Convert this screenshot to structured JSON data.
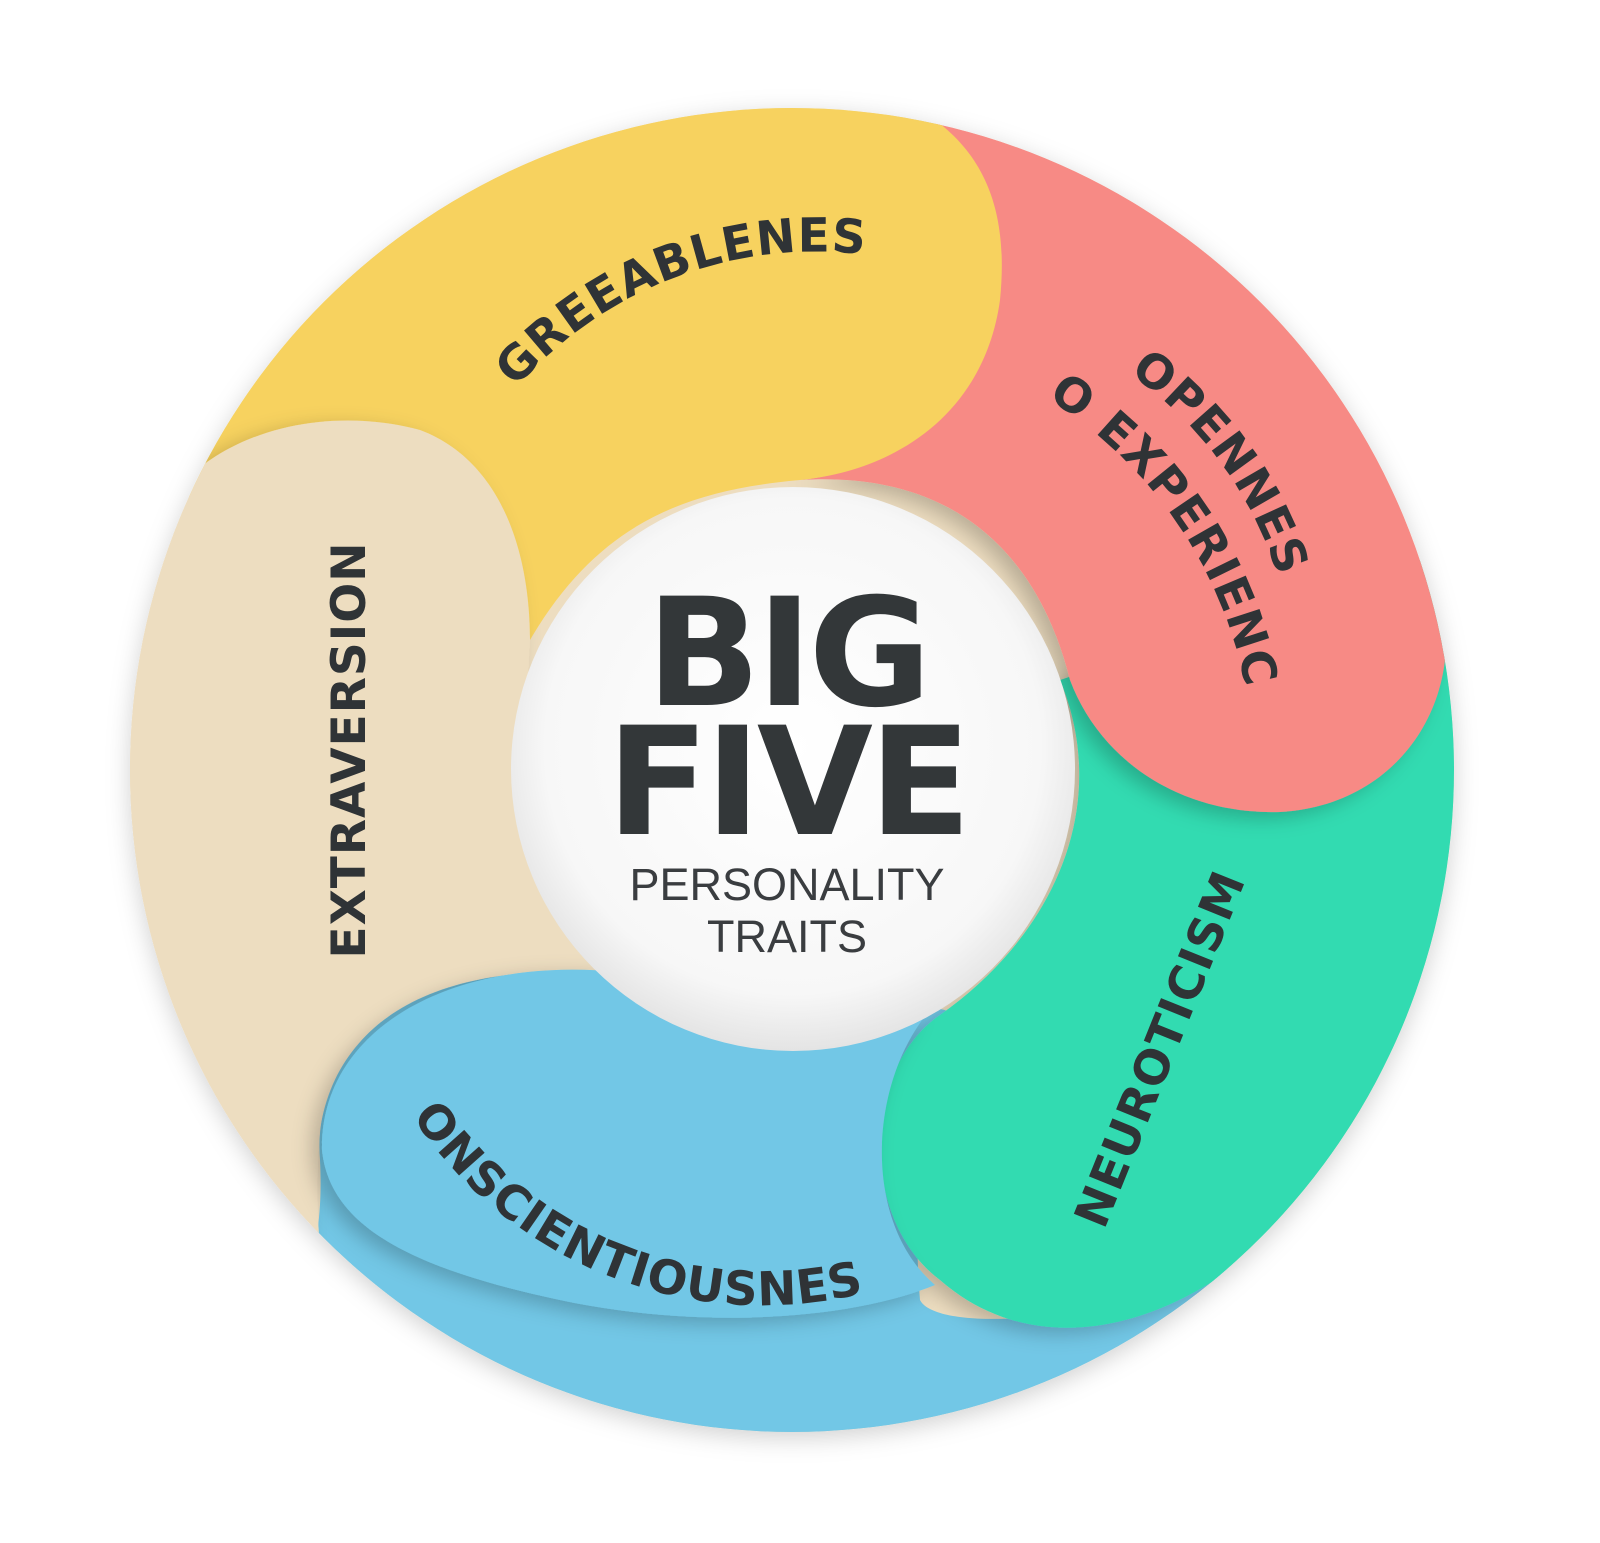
{
  "center": {
    "title_line1": "BIG",
    "title_line2": "FIVE",
    "subtitle_line1": "PERSONALITY",
    "subtitle_line2": "TRAITS"
  },
  "traits": [
    {
      "label": "EXTRAVERSION",
      "color": "#EDDDC0"
    },
    {
      "label": "AGREEABLENESS",
      "color": "#F7D25F"
    },
    {
      "label_line1": "OPENNESS",
      "label_line2": "TO EXPERIENCE",
      "color": "#F78A85"
    },
    {
      "label": "NEUROTICISM",
      "color": "#33DBB1"
    },
    {
      "label": "CONSCIENTIOUSNESS",
      "color": "#72C7E6"
    }
  ],
  "colors": {
    "text_dark": "#2F3336",
    "center_fill": "#FFFFFF"
  }
}
